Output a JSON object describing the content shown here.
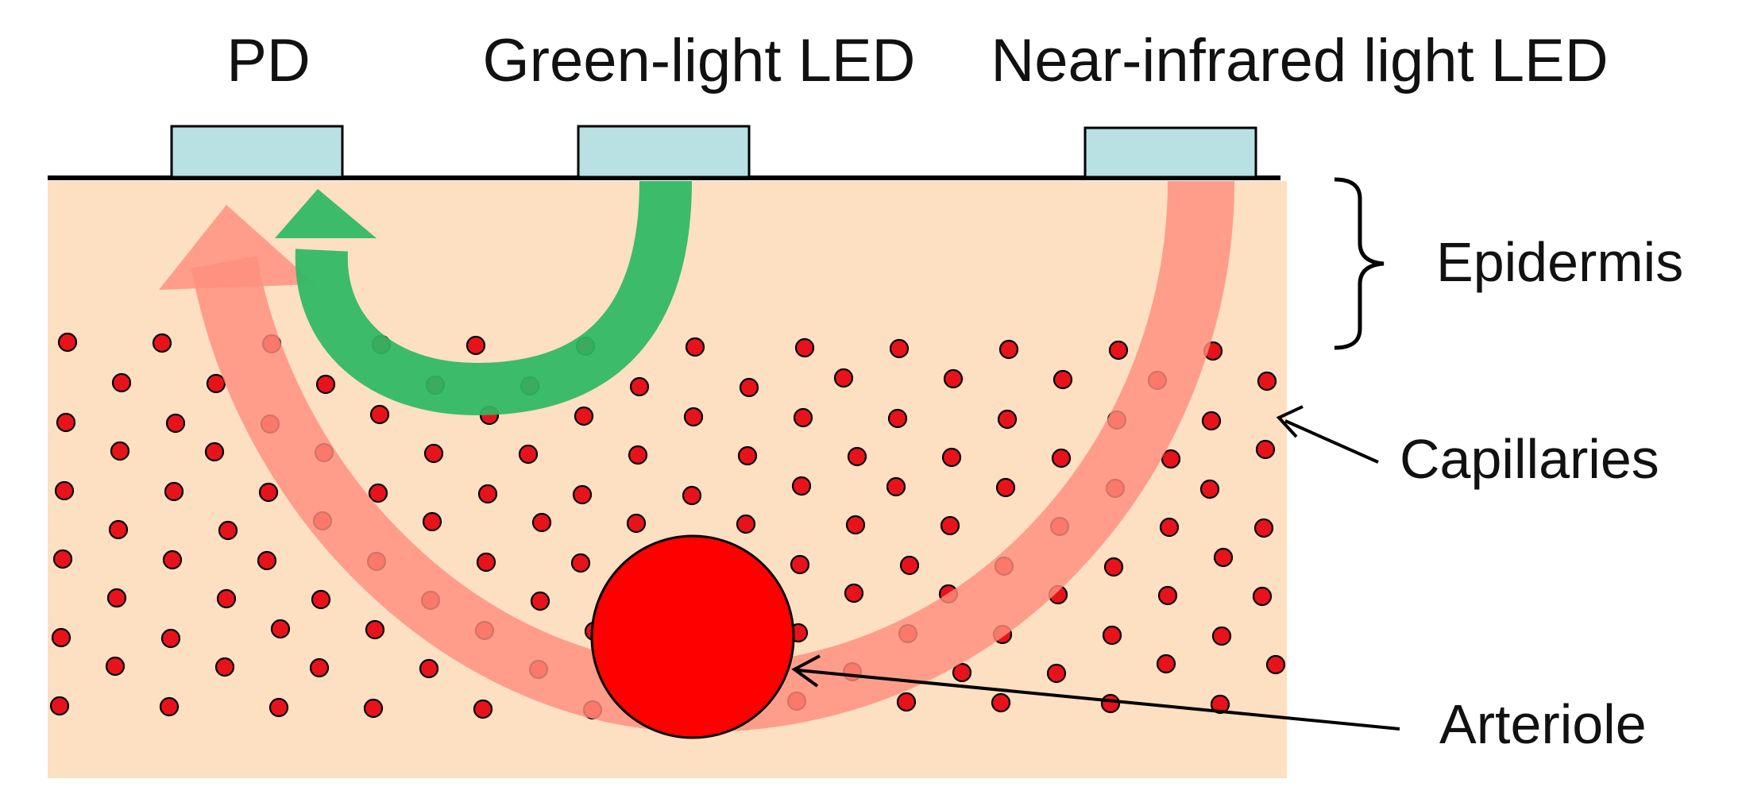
{
  "labels": {
    "pd": "PD",
    "green_led": "Green-light LED",
    "nir_led": "Near-infrared light LED",
    "epidermis": "Epidermis",
    "capillaries": "Capillaries",
    "arteriole": "Arteriole"
  },
  "colors": {
    "tissue": "#FDDFC2",
    "sensor": "#B9E0E3",
    "green_light": "#2DB864",
    "nir_light": "#FF8F7E",
    "capillary": "#E8131A",
    "arteriole": "#FF0000",
    "line": "#000000"
  }
}
